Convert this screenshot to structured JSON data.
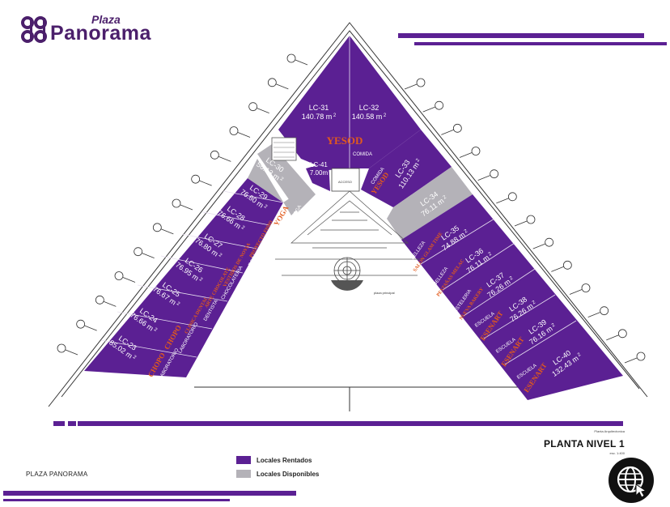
{
  "brand": {
    "small": "Plaza",
    "name": "Panorama",
    "color": "#4b1f6b"
  },
  "colors": {
    "rented": "#5b2093",
    "available": "#b4b2b8",
    "accent": "#5b2093",
    "sign": "#e25a1c"
  },
  "units": [
    {
      "id": "LC-31",
      "area": "140.78 m",
      "sup": "2",
      "status": "rented"
    },
    {
      "id": "LC-32",
      "area": "140.58 m",
      "sup": "2",
      "status": "rented"
    },
    {
      "id": "LC-30",
      "area": "56.13 m",
      "sup": "2",
      "status": "available"
    },
    {
      "id": "LC-41",
      "area": "7.00m",
      "sup": "",
      "status": "rented"
    },
    {
      "id": "LC-29",
      "area": "76.80 m",
      "sup": "2",
      "status": "rented",
      "use": "YOGA",
      "sign": "YOGA"
    },
    {
      "id": "LC-28",
      "area": "76.66 m",
      "sup": "2",
      "status": "rented",
      "use": "FISIOTERAPIA",
      "sign": "PROYECTO FISIO"
    },
    {
      "id": "LC-27",
      "area": "76.80 m",
      "sup": "2",
      "status": "rented",
      "use": "ROPA",
      "sign": "VESTIDOS DE NOVIA"
    },
    {
      "id": "LC-26",
      "area": "76.95 m",
      "sup": "2",
      "status": "rented",
      "use": "CHOCOLATERIA",
      "sign": "ARTE CHOCOLATE"
    },
    {
      "id": "LC-25",
      "area": "76.67 m",
      "sup": "2",
      "status": "rented",
      "use": "DENTISTA",
      "sign": "CLINICA DENTAL"
    },
    {
      "id": "LC-24",
      "area": "76.66 m",
      "sup": "2",
      "status": "rented",
      "use": "LABORATORIO",
      "sign": "CHOPO"
    },
    {
      "id": "LC-23",
      "area": "85.02 m",
      "sup": "2",
      "status": "rented",
      "use": "LABORATORIO",
      "sign": "CHOPO"
    },
    {
      "id": "LC-33",
      "area": "110.13 m",
      "sup": "2",
      "status": "rented",
      "use": "COMIDA",
      "sign": "YESOD"
    },
    {
      "id": "LC-34",
      "area": "76.11 m",
      "sup": "2",
      "status": "available"
    },
    {
      "id": "LC-35",
      "area": "74.88 m",
      "sup": "2",
      "status": "rented",
      "use": "BELLEZA",
      "sign": "SALON GLAM TIME"
    },
    {
      "id": "LC-36",
      "area": "76.11 m",
      "sup": "2",
      "status": "rented",
      "use": "BELLEZA",
      "sign": "PESTAÑAS MELAC"
    },
    {
      "id": "LC-37",
      "area": "76.26 m",
      "sup": "2",
      "status": "rented",
      "use": "PASTELERIA",
      "sign": "NUEVA BAKERY"
    },
    {
      "id": "LC-38",
      "area": "76.26 m",
      "sup": "2",
      "status": "rented",
      "use": "ESCUELA",
      "sign": "ESENART"
    },
    {
      "id": "LC-39",
      "area": "76.16 m",
      "sup": "2",
      "status": "rented",
      "use": "ESCUELA",
      "sign": "ESENART"
    },
    {
      "id": "LC-40",
      "area": "132.43 m",
      "sup": "2",
      "status": "rented",
      "use": "ESCUELA",
      "sign": "ESENART"
    }
  ],
  "apex": {
    "sign": "YESOD",
    "use": "COMIDA"
  },
  "labels": {
    "plaza_principal": "plaza principal",
    "acceso": "ACCESO"
  },
  "legend": {
    "rented": "Locales Rentados",
    "available": "Locales Disponibles"
  },
  "title_block": {
    "small": "Planta Arquitectonica",
    "title": "PLANTA NIVEL 1",
    "scale": "esc. 1:400"
  },
  "footer": {
    "label": "PLAZA PANORAMA"
  },
  "icons": {
    "globe": "globe-cursor-icon"
  }
}
